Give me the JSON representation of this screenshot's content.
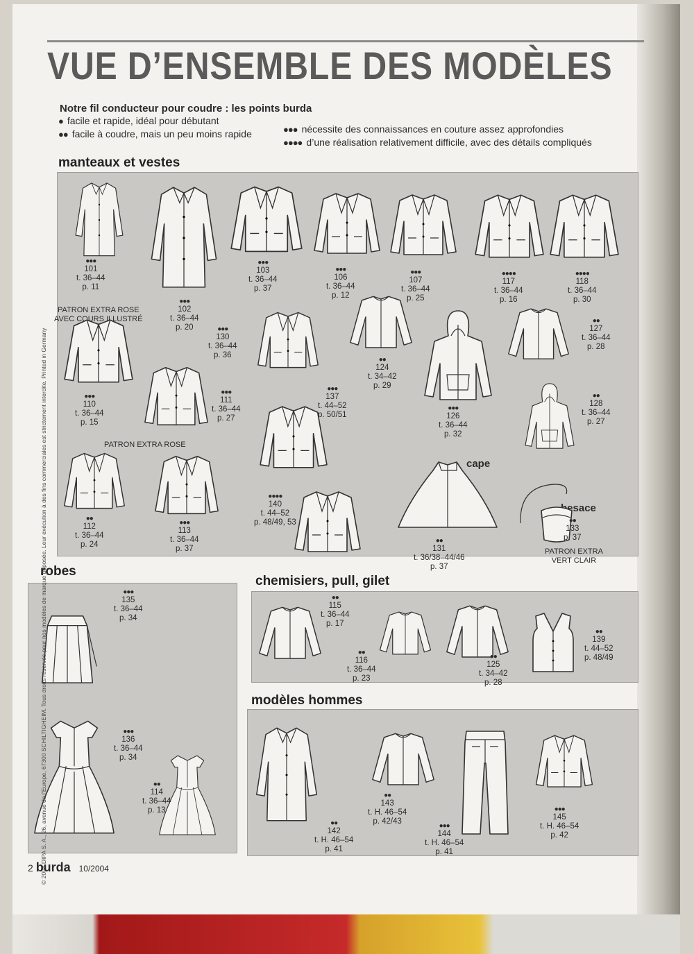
{
  "title": "VUE D’ENSEMBLE DES MODÈLES",
  "intro": {
    "heading": "Notre fil conducteur pour coudre : les points burda",
    "levels": [
      {
        "dots": "●",
        "text": "facile et rapide, idéal pour débutant"
      },
      {
        "dots": "●●",
        "text": "facile à coudre, mais un peu moins rapide"
      },
      {
        "dots": "●●●",
        "text": "nécessite des connaissances en couture assez approfondies"
      },
      {
        "dots": "●●●●",
        "text": "d’une réalisation relativement difficile, avec des détails compliqués"
      }
    ]
  },
  "sections": {
    "coats": "manteaux et vestes",
    "dresses": "robes",
    "blouses": "chemisiers, pull, gilet",
    "men": "modèles hommes"
  },
  "notes": {
    "rose_course": "PATRON EXTRA ROSE\nAVEC COURS ILLUSTRÉ",
    "rose": "PATRON EXTRA ROSE",
    "green": "PATRON EXTRA\nVERT CLAIR"
  },
  "tags": {
    "cape": "cape",
    "bag": "besace"
  },
  "items": [
    {
      "dots": "●●●",
      "num": "101",
      "size": "t. 36–44",
      "page": "p. 11"
    },
    {
      "dots": "●●●",
      "num": "102",
      "size": "t. 36–44",
      "page": "p. 20"
    },
    {
      "dots": "●●●",
      "num": "103",
      "size": "t. 36–44",
      "page": "p. 37"
    },
    {
      "dots": "●●●",
      "num": "106",
      "size": "t. 36–44",
      "page": "p. 12"
    },
    {
      "dots": "●●●",
      "num": "107",
      "size": "t. 36–44",
      "page": "p. 25"
    },
    {
      "dots": "●●●●",
      "num": "117",
      "size": "t. 36–44",
      "page": "p. 16"
    },
    {
      "dots": "●●●●",
      "num": "118",
      "size": "t. 36–44",
      "page": "p. 30"
    },
    {
      "dots": "●●●",
      "num": "130",
      "size": "t. 36–44",
      "page": "p. 36"
    },
    {
      "dots": "●●",
      "num": "124",
      "size": "t. 34–42",
      "page": "p. 29"
    },
    {
      "dots": "●●",
      "num": "127",
      "size": "t. 36–44",
      "page": "p. 28"
    },
    {
      "dots": "●●●",
      "num": "110",
      "size": "t. 36–44",
      "page": "p. 15"
    },
    {
      "dots": "●●●",
      "num": "111",
      "size": "t. 36–44",
      "page": "p. 27"
    },
    {
      "dots": "●●●",
      "num": "137",
      "size": "t. 44–52",
      "page": "p. 50/51"
    },
    {
      "dots": "●●●",
      "num": "126",
      "size": "t. 36–44",
      "page": "p. 32"
    },
    {
      "dots": "●●",
      "num": "128",
      "size": "t. 36–44",
      "page": "p. 27"
    },
    {
      "dots": "●●",
      "num": "112",
      "size": "t. 36–44",
      "page": "p. 24"
    },
    {
      "dots": "●●●",
      "num": "113",
      "size": "t. 36–44",
      "page": "p. 37"
    },
    {
      "dots": "●●●●",
      "num": "140",
      "size": "t. 44–52",
      "page": "p. 48/49, 53"
    },
    {
      "dots": "●●",
      "num": "131",
      "size": "t. 36/38–44/46",
      "page": "p. 37"
    },
    {
      "dots": "●●",
      "num": "133",
      "size": "",
      "page": "p. 37"
    },
    {
      "dots": "●●●",
      "num": "135",
      "size": "t. 36–44",
      "page": "p. 34"
    },
    {
      "dots": "●●●",
      "num": "136",
      "size": "t. 36–44",
      "page": "p. 34"
    },
    {
      "dots": "●●",
      "num": "114",
      "size": "t. 36–44",
      "page": "p. 13"
    },
    {
      "dots": "●●",
      "num": "115",
      "size": "t. 36–44",
      "page": "p. 17"
    },
    {
      "dots": "●●",
      "num": "116",
      "size": "t. 36–44",
      "page": "p. 23"
    },
    {
      "dots": "●●",
      "num": "125",
      "size": "t. 34–42",
      "page": "p. 28"
    },
    {
      "dots": "●●",
      "num": "139",
      "size": "t. 44–52",
      "page": "p. 48/49"
    },
    {
      "dots": "●●",
      "num": "142",
      "size": "t. H. 46–54",
      "page": "p. 41"
    },
    {
      "dots": "●●",
      "num": "143",
      "size": "t. H. 46–54",
      "page": "p. 42/43"
    },
    {
      "dots": "●●●",
      "num": "144",
      "size": "t. H. 46–54",
      "page": "p. 41"
    },
    {
      "dots": "●●●",
      "num": "145",
      "size": "t. H. 46–54",
      "page": "p. 42"
    }
  ],
  "copyright": "© 2004 DIPA S. A., 26, avenue de l’Europe, 67300 SCHILTIGHEIM. Tous droits réservés pour nos modèles de marque déposée. Leur exécution à des fins commerciales est strictement interdite. Printed in Germany",
  "footer": {
    "page": "2",
    "brand": "burda",
    "issue": "10/2004"
  }
}
